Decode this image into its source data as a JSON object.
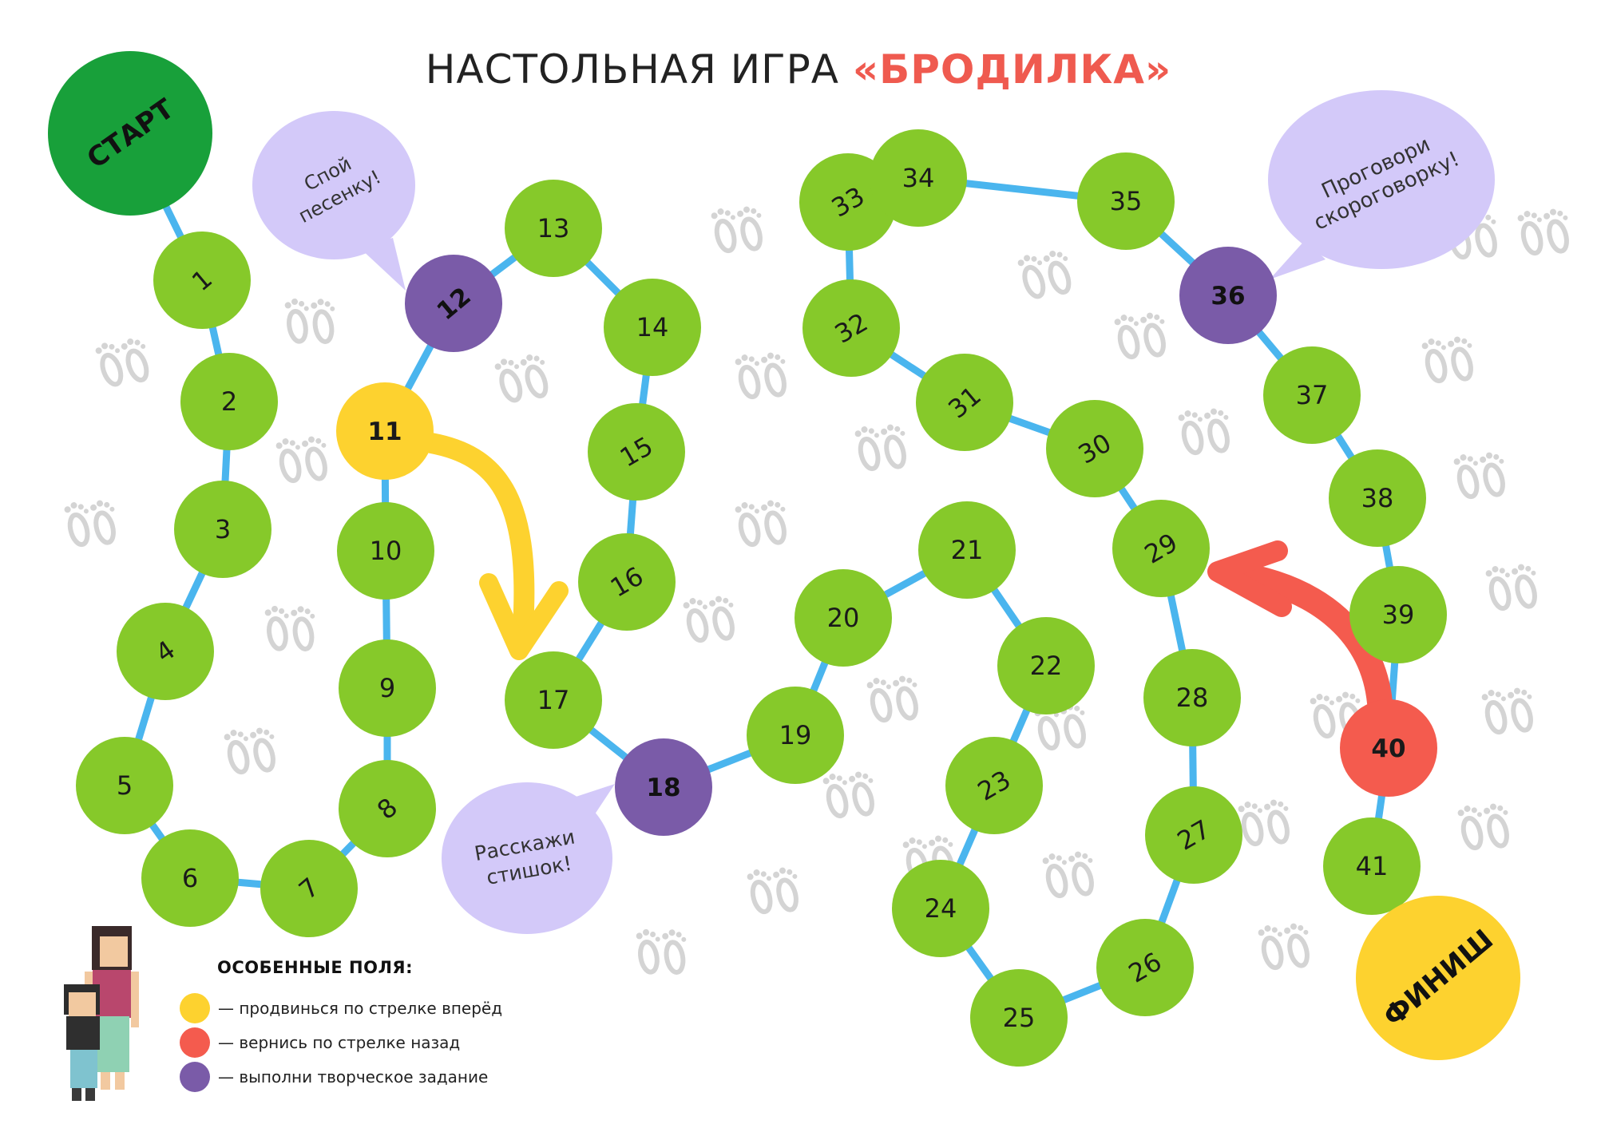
{
  "title": {
    "main": "НАСТОЛЬНАЯ ИГРА ",
    "accent": "«БРОДИЛКА»"
  },
  "start_label": "СТАРТ",
  "finish_label": "ФИНИШ",
  "cells": [
    {
      "label": "1",
      "type": "normal"
    },
    {
      "label": "2",
      "type": "normal"
    },
    {
      "label": "3",
      "type": "normal"
    },
    {
      "label": "4",
      "type": "normal"
    },
    {
      "label": "5",
      "type": "normal"
    },
    {
      "label": "6",
      "type": "normal"
    },
    {
      "label": "7",
      "type": "normal"
    },
    {
      "label": "8",
      "type": "normal"
    },
    {
      "label": "9",
      "type": "normal"
    },
    {
      "label": "10",
      "type": "normal"
    },
    {
      "label": "11",
      "type": "forward"
    },
    {
      "label": "12",
      "type": "task"
    },
    {
      "label": "13",
      "type": "normal"
    },
    {
      "label": "14",
      "type": "normal"
    },
    {
      "label": "15",
      "type": "normal"
    },
    {
      "label": "16",
      "type": "normal"
    },
    {
      "label": "17",
      "type": "normal"
    },
    {
      "label": "18",
      "type": "task"
    },
    {
      "label": "19",
      "type": "normal"
    },
    {
      "label": "20",
      "type": "normal"
    },
    {
      "label": "21",
      "type": "normal"
    },
    {
      "label": "22",
      "type": "normal"
    },
    {
      "label": "23",
      "type": "normal"
    },
    {
      "label": "24",
      "type": "normal"
    },
    {
      "label": "25",
      "type": "normal"
    },
    {
      "label": "26",
      "type": "normal"
    },
    {
      "label": "27",
      "type": "normal"
    },
    {
      "label": "28",
      "type": "normal"
    },
    {
      "label": "29",
      "type": "normal"
    },
    {
      "label": "30",
      "type": "normal"
    },
    {
      "label": "31",
      "type": "normal"
    },
    {
      "label": "32",
      "type": "normal"
    },
    {
      "label": "33",
      "type": "normal"
    },
    {
      "label": "34",
      "type": "normal"
    },
    {
      "label": "35",
      "type": "normal"
    },
    {
      "label": "36",
      "type": "task"
    },
    {
      "label": "37",
      "type": "normal"
    },
    {
      "label": "38",
      "type": "normal"
    },
    {
      "label": "39",
      "type": "normal"
    },
    {
      "label": "40",
      "type": "back"
    },
    {
      "label": "41",
      "type": "normal"
    }
  ],
  "bubbles": [
    {
      "line1": "Спой",
      "line2": "песенку!"
    },
    {
      "line1": "Расскажи",
      "line2": "стишок!"
    },
    {
      "line1": "Проговори",
      "line2": "скороговорку!"
    }
  ],
  "legend": {
    "title": "ОСОБЕННЫЕ ПОЛЯ:",
    "items": [
      {
        "text": "— продвинься по стрелке вперёд",
        "color": "#fdd22f"
      },
      {
        "text": "— вернись по стрелке назад",
        "color": "#f45b4e"
      },
      {
        "text": "— выполни творческое задание",
        "color": "#7a5ba8"
      }
    ]
  },
  "colors": {
    "cell": "#86c92a",
    "forward": "#fdd22f",
    "back": "#f45b4e",
    "task": "#7a5ba8",
    "start": "#18a03a",
    "finish": "#fdd22f",
    "path": "#4ab5ee",
    "bubble": "#d3c9f9",
    "footprint": "#d4d4d4"
  },
  "icons": [
    "footprints-icon",
    "family-figure-icon",
    "speech-bubble-icon"
  ]
}
